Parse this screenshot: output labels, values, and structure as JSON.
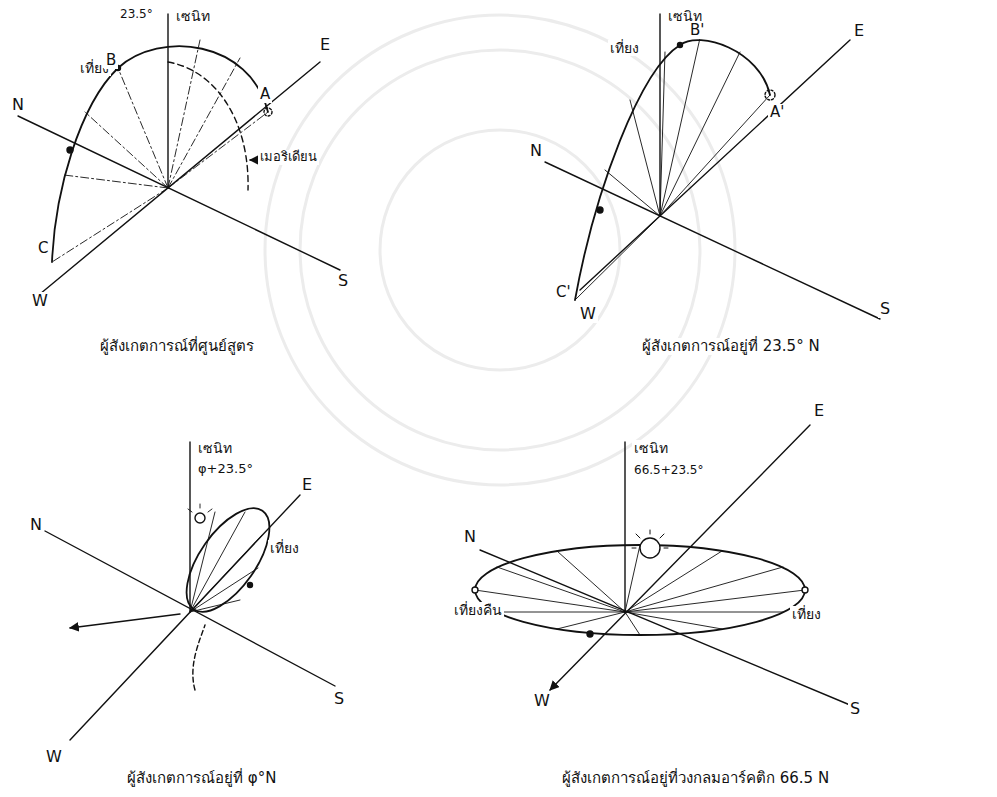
{
  "diagram": {
    "labels": [
      "23.5°",
      "เซนิท",
      "เที่ยง",
      "B",
      "A",
      "E",
      "N",
      "เมอริเดียน",
      "C",
      "S",
      "W",
      "ผู้สังเกตการณ์ที่ศูนย์สูตร",
      "เซนิท",
      "เที่ยง",
      "B'",
      "A'",
      "E",
      "N",
      "S",
      "C'",
      "W",
      "ผู้สังเกตการณ์อยู่ที่ 23.5° N",
      "เซนิท",
      "φ+23.5°",
      "E",
      "N",
      "เที่ยง",
      "S",
      "W",
      "ผู้สังเกตการณ์อยู่ที่ φ°N",
      "เซนิท",
      "66.5+23.5°",
      "E",
      "N",
      "เที่ยงคืน",
      "เที่ยง",
      "S",
      "W",
      "ผู้สังเกตการณ์อยู่ที่วงกลมอาร์คติก 66.5 N"
    ]
  }
}
